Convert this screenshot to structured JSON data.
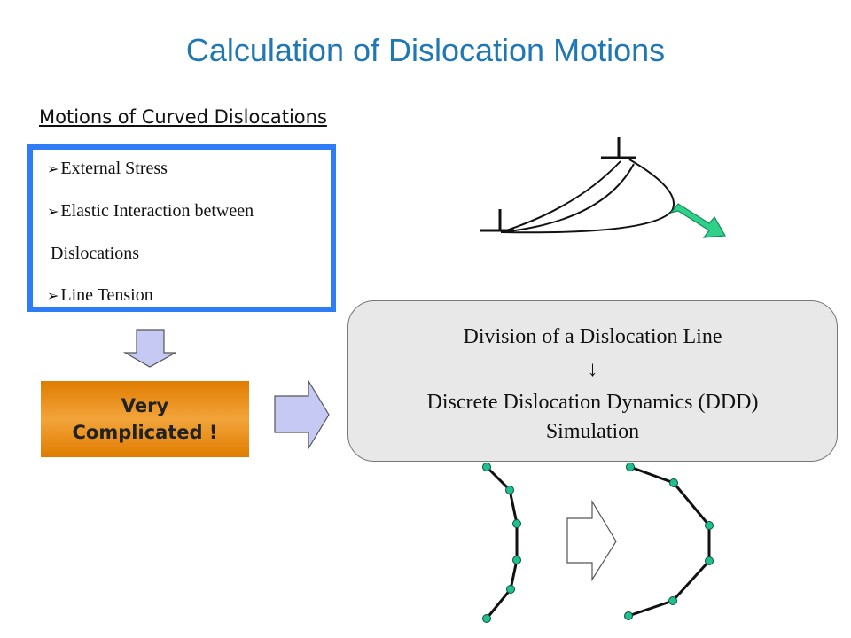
{
  "slide": {
    "title": "Calculation of Dislocation Motions",
    "subheading": "Motions of Curved Dislocations",
    "bullets": [
      "External Stress",
      "Elastic Interaction between",
      "Dislocations",
      "Line Tension"
    ],
    "warning": {
      "line1": "Very",
      "line2": "Complicated !"
    },
    "ddd": {
      "line1": "Division of a Dislocation Line",
      "arrow": "↓",
      "line2": "Discrete Dislocation Dynamics (DDD)",
      "line3": "Simulation"
    },
    "colors": {
      "title": "#1f77b4",
      "box_border": "#2f7df6",
      "warning_fill": "#e8891a",
      "node_fill": "#1fbf8f",
      "motion_arrow": "#2fd08a"
    }
  }
}
